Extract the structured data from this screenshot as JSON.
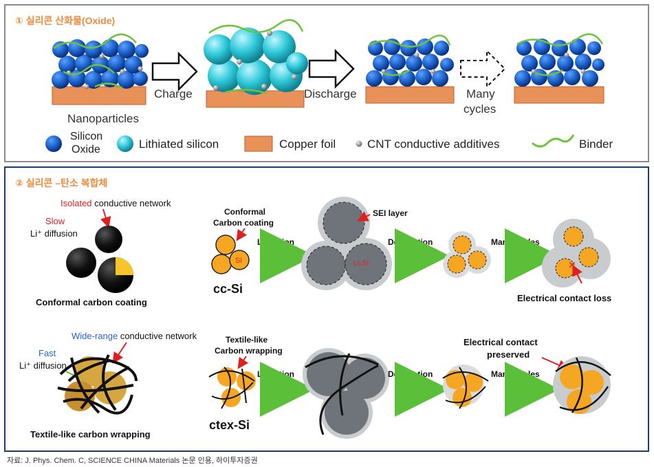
{
  "panel1": {
    "title": "① 실리콘 산화물(Oxide)",
    "steps": {
      "charge": "Charge",
      "discharge": "Discharge",
      "many1": "Many",
      "many2": "cycles",
      "nanoparticles": "Nanoparticles"
    },
    "legend": {
      "silicon1": "Silicon",
      "silicon2": "Oxide",
      "lithiated": "Lithiated silicon",
      "copper": "Copper foil",
      "cnt": "CNT conductive additives",
      "binder": "Binder"
    }
  },
  "panel2": {
    "title": "② 실리콘 –탄소 복합체",
    "top": {
      "isolated": "Isolated",
      "network": " conductive network",
      "slow": "Slow",
      "li_diffusion": "Li⁺ diffusion",
      "caption": "Conformal carbon coating",
      "conformal1": "Conformal",
      "conformal2": "Carbon coating",
      "si": "Si",
      "label": "cc-Si",
      "lithiation": "Lithiation",
      "sei": "SEI layer",
      "lisi": "LiₓSi",
      "delithiation": "Delithiation",
      "many": "Many cycles",
      "contact_loss": "Electrical contact loss"
    },
    "bottom": {
      "wide": "Wide-range",
      "network": " conductive network",
      "fast": "Fast",
      "li_diffusion": "Li⁺ diffusion",
      "caption": "Textile-like carbon wrapping",
      "textile1": "Textile-like",
      "textile2": "Carbon wrapping",
      "label": "ctex-Si",
      "lithiation": "Lithiation",
      "delithiation": "Delithiation",
      "many": "Many cycles",
      "preserved1": "Electrical contact",
      "preserved2": "preserved"
    }
  },
  "source": "자료: J. Phys. Chem. C, SCIENCE CHINA Materials 논문 인용, 하이투자증권",
  "colors": {
    "silicon": "#1a5fc8",
    "lithiated": "#2ec8d8",
    "copper": "#e8925a",
    "orange": "#f5a623",
    "green_arrow": "#7ed957",
    "red": "#e02020",
    "gray": "#6f747a"
  }
}
